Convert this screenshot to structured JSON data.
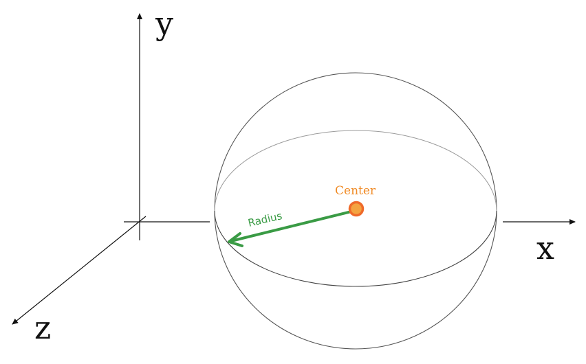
{
  "axes": {
    "x_label": "x",
    "y_label": "y",
    "z_label": "z"
  },
  "sphere": {
    "center_label": "Center",
    "radius_label": "Radius"
  },
  "colors": {
    "axis": "#111111",
    "sphere_outline": "#555555",
    "center_fill": "#f4a340",
    "center_ring": "#ef6a2a",
    "center_label": "#f08a24",
    "radius": "#3a9b45"
  }
}
